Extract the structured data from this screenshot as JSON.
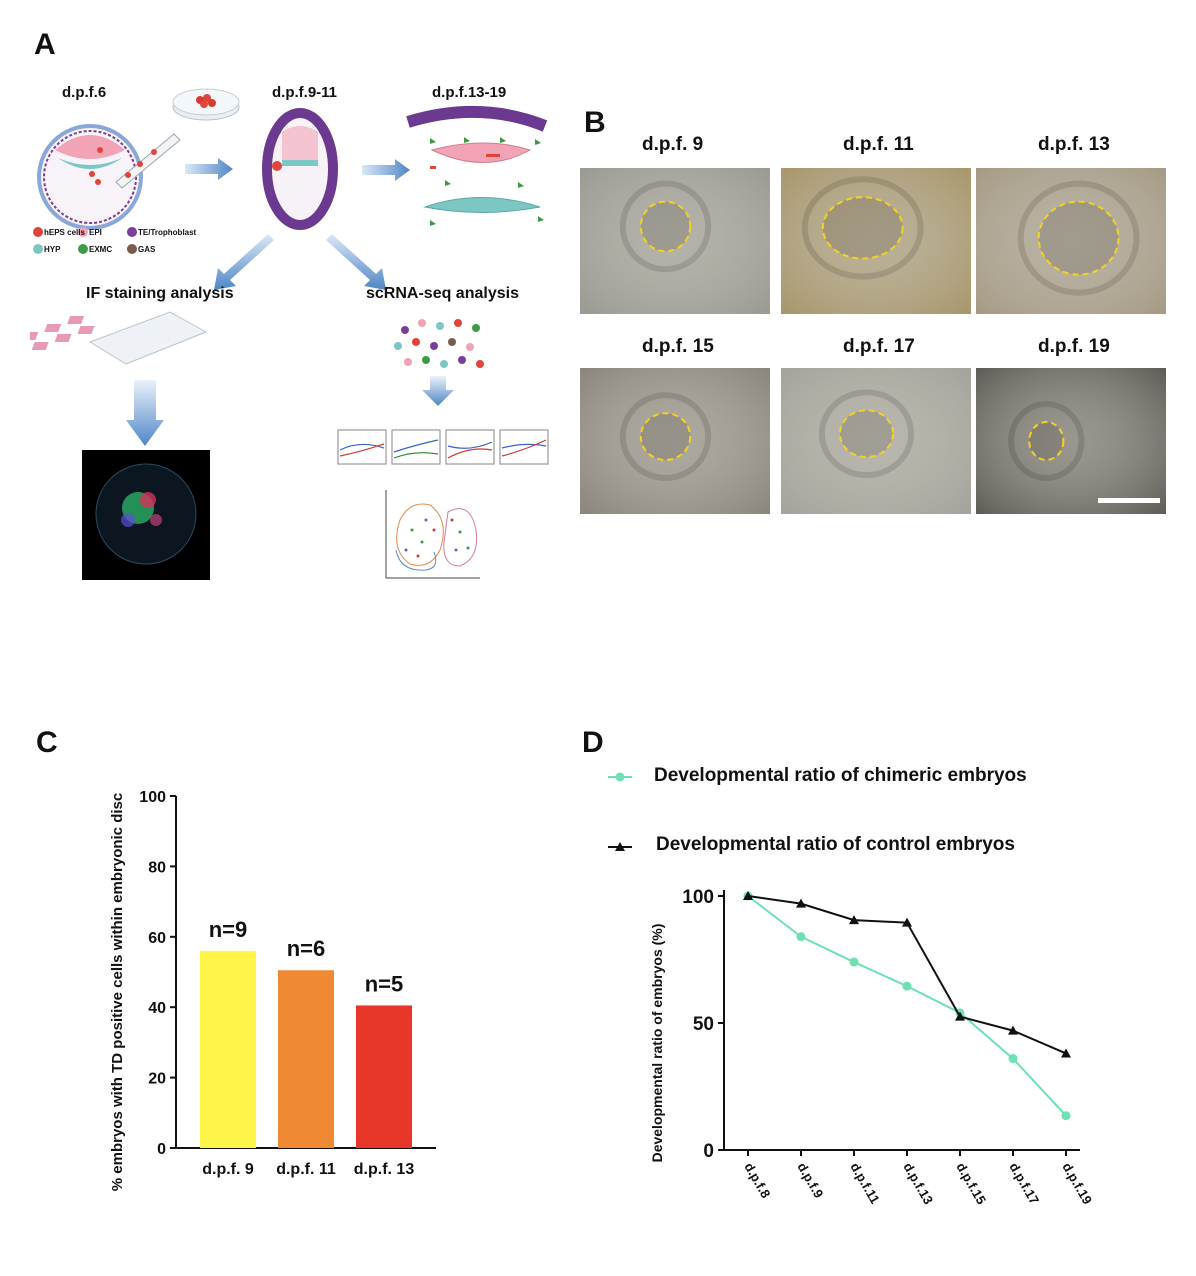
{
  "panel_a": {
    "letter": "A",
    "stages": [
      "d.p.f.6",
      "d.p.f.9-11",
      "d.p.f.13-19"
    ],
    "legend": [
      {
        "label": "hEPS cells",
        "color": "#e0443a"
      },
      {
        "label": "EPI",
        "color": "#f2a3b6"
      },
      {
        "label": "TE/Trophoblast",
        "color": "#7a3f98"
      },
      {
        "label": "HYP",
        "color": "#7cc7c3"
      },
      {
        "label": "EXMC",
        "color": "#3f9a48"
      },
      {
        "label": "GAS",
        "color": "#7a5a4a"
      }
    ],
    "analyses": [
      "IF  staining  analysis",
      "scRNA-seq analysis"
    ]
  },
  "panel_b": {
    "letter": "B",
    "images": [
      {
        "title": "d.p.f. 9",
        "bg": "#9a9a92"
      },
      {
        "title": "d.p.f. 11",
        "bg": "#a8966a"
      },
      {
        "title": "d.p.f. 13",
        "bg": "#a59a84"
      },
      {
        "title": "d.p.f. 15",
        "bg": "#8a857a"
      },
      {
        "title": "d.p.f. 17",
        "bg": "#a4a29a"
      },
      {
        "title": "d.p.f. 19",
        "bg": "#5e5c56"
      }
    ],
    "outline_color": "#f4d21e"
  },
  "panel_c": {
    "letter": "C",
    "chart_data": {
      "type": "bar",
      "categories": [
        "d.p.f. 9",
        "d.p.f. 11",
        "d.p.f. 13"
      ],
      "values": [
        56,
        50.5,
        40.5
      ],
      "annotations": [
        "n=9",
        "n=6",
        "n=5"
      ],
      "colors": [
        "#fff54a",
        "#ef8933",
        "#e8352a"
      ],
      "ylabel": "% embryos with TD positive cells within embryonic disc",
      "ylim": [
        0,
        100
      ],
      "yticks": [
        0,
        20,
        40,
        60,
        80,
        100
      ]
    }
  },
  "panel_d": {
    "letter": "D",
    "chart_data": {
      "type": "line",
      "categories": [
        "d.p.f.8",
        "d.p.f.9",
        "d.p.f.11",
        "d.p.f.13",
        "d.p.f.15",
        "d.p.f.17",
        "d.p.f.19"
      ],
      "series": [
        {
          "name": "Developmental ratio of chimeric embryos",
          "values": [
            100,
            84,
            74,
            64.5,
            54,
            36,
            13.5
          ],
          "color": "#6ee0b4",
          "marker": "circle"
        },
        {
          "name": "Developmental ratio of control embryos",
          "values": [
            100,
            97,
            90.5,
            89.5,
            52.5,
            47,
            38
          ],
          "color": "#111111",
          "marker": "triangle"
        }
      ],
      "ylabel": "Developmental ratio of embryos (%)",
      "ylim": [
        0,
        100
      ],
      "yticks": [
        0,
        50,
        100
      ]
    }
  }
}
